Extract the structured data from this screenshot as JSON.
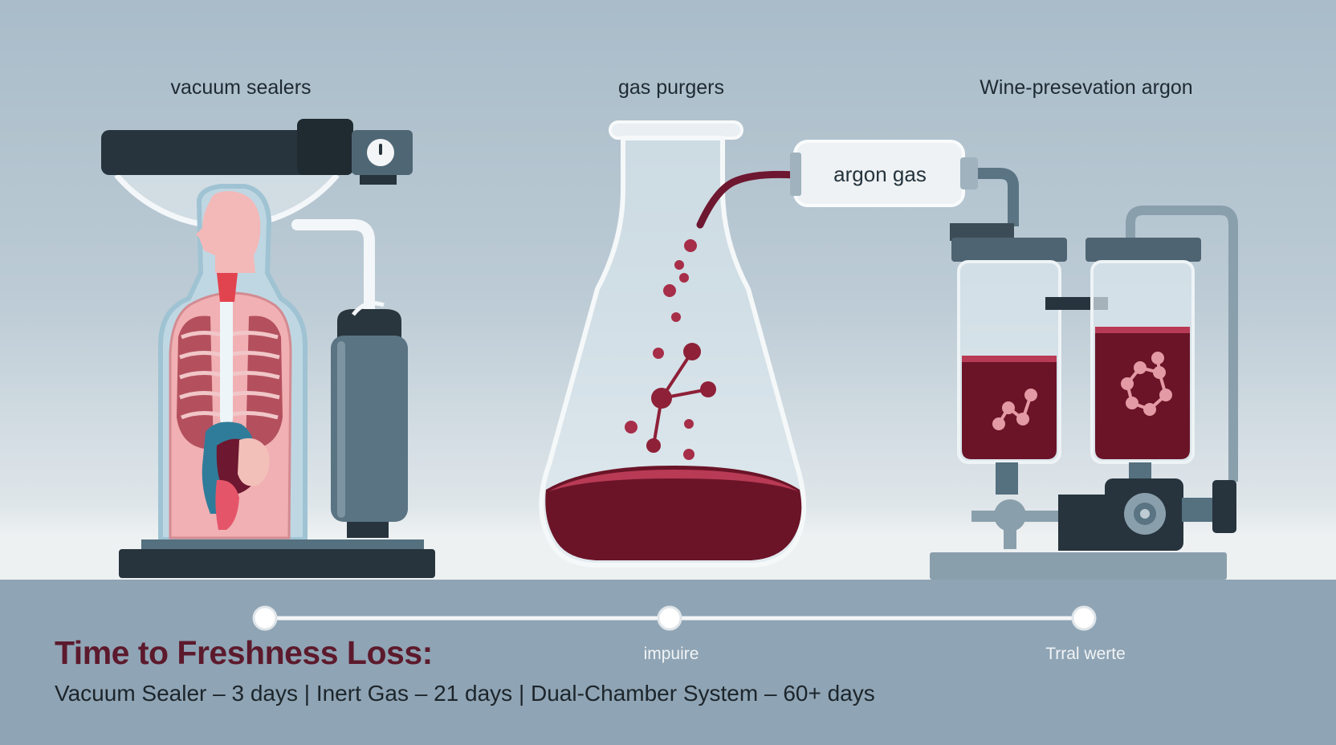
{
  "sections": {
    "vacuum_label": "vacuum sealers",
    "purgers_label": "gas purgers",
    "argon_label": "Wine-presevation argon"
  },
  "canister_label": "argon gas",
  "timeline": {
    "labels": [
      "impuire",
      "Trral werte"
    ]
  },
  "freshness": {
    "title": "Time to Freshness Loss:",
    "summary": "Vacuum Sealer – 3 days | Inert Gas – 21 days | Dual-Chamber System – 60+ days"
  },
  "colors": {
    "wine": "#7a1c33",
    "wine_dark": "#5e1226",
    "steel": "#55707f",
    "dark": "#27343d",
    "base_band": "#8fa4b4"
  }
}
